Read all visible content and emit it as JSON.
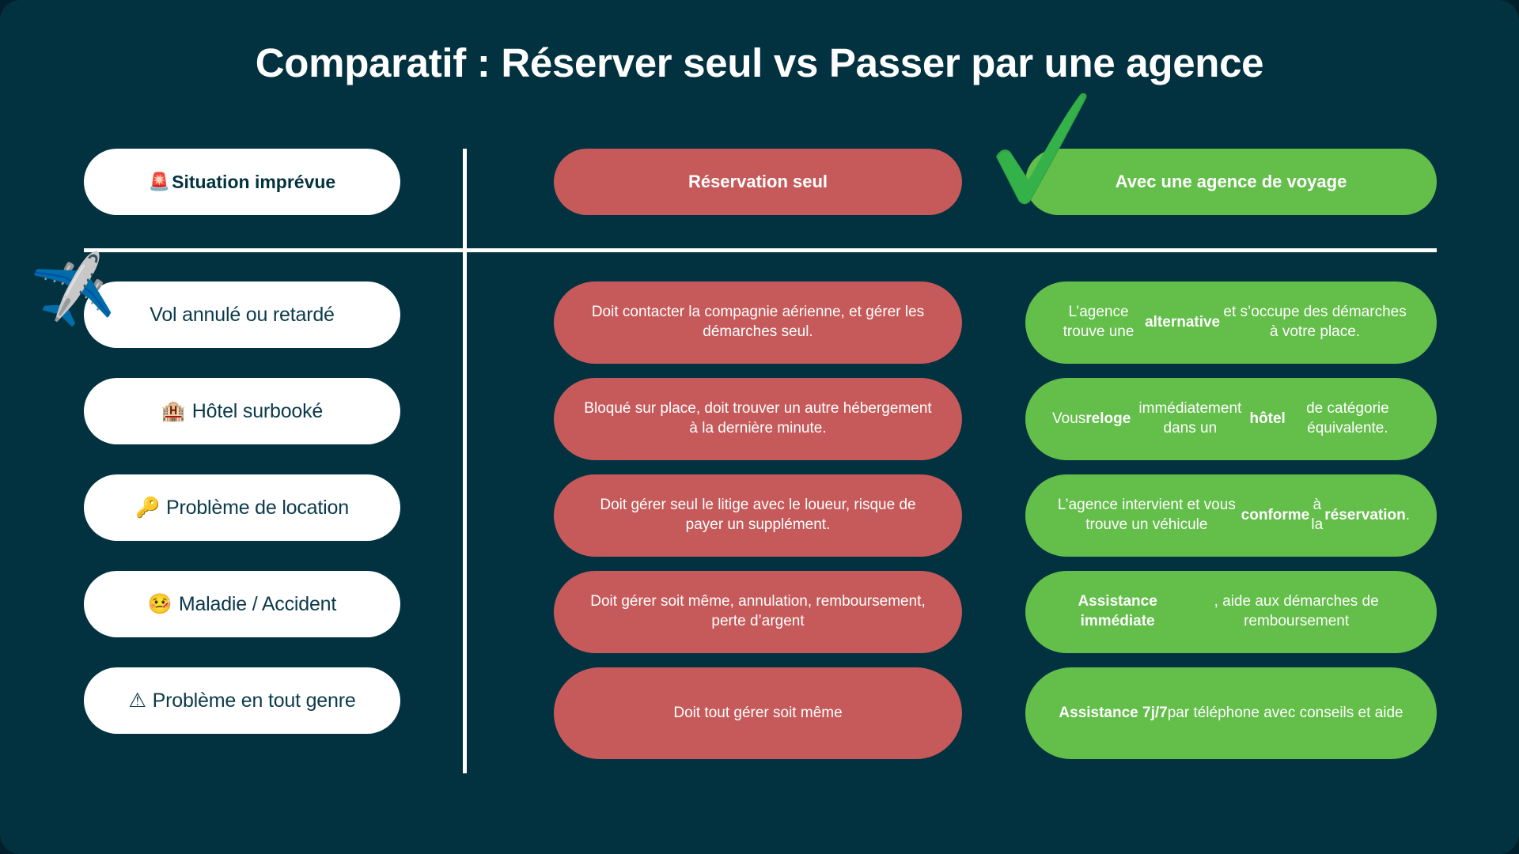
{
  "title": "Comparatif : Réserver seul vs Passer par une agence",
  "colors": {
    "background": "#023240",
    "negative": "#c65a5a",
    "positive": "#63be4a",
    "label_card": "#ffffff",
    "checkmark": "#2fa544"
  },
  "headers": {
    "label": {
      "emoji": "🚨",
      "text": "Situation imprévue"
    },
    "alone": "Réservation seul",
    "agency": "Avec une agence de voyage"
  },
  "rows": [
    {
      "label_emoji": "✈️",
      "label": "Vol annulé ou retardé",
      "alone": "Doit contacter la compagnie aérienne, et gérer les démarches seul.",
      "agency_html": "L’agence trouve une <b>alternative</b> et s’occupe des démarches à votre place."
    },
    {
      "label_emoji": "🏨",
      "label": "Hôtel surbooké",
      "alone": "Bloqué sur place, doit trouver un autre hébergement à la dernière minute.",
      "agency_html": "Vous <b>reloge</b> immédiatement dans un <b>hôtel</b> de catégorie équivalente."
    },
    {
      "label_emoji": "🔑",
      "label": "Problème de location",
      "alone": "Doit gérer seul le litige avec le loueur, risque de payer un supplément.",
      "agency_html": "L’agence intervient et vous trouve un véhicule <b>conforme</b> à la <b>réservation</b>."
    },
    {
      "label_emoji": "🤒",
      "label": "Maladie / Accident",
      "alone": "Doit gérer soit même, annulation, remboursement, perte d’argent",
      "agency_html": "<b>Assistance immédiate</b>, aide aux démarches de remboursement"
    },
    {
      "label_emoji": "⚠",
      "label": "Problème en tout genre",
      "alone": "Doit tout gérer soit même",
      "agency_html": "<b>Assistance 7j/7</b> par téléphone avec conseils et aide"
    }
  ],
  "decorations": {
    "plane_icon": "✈️",
    "check_icon": "check-mark"
  }
}
